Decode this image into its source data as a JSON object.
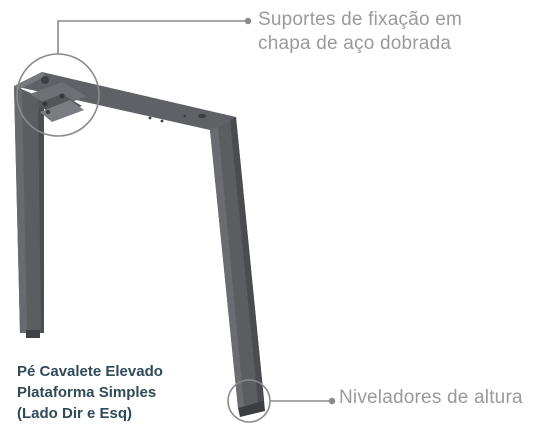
{
  "product": {
    "name_line1": "Pé Cavalete Elevado",
    "name_line2": "Plataforma Simples",
    "name_line3": "(Lado Dir e Esq)"
  },
  "callouts": {
    "top": {
      "line1": "Suportes de fixação em",
      "line2": "chapa de aço dobrada"
    },
    "bottom": {
      "text": "Niveladores de altura"
    }
  },
  "colors": {
    "steel": "#5b5d61",
    "steel_dark": "#45474b",
    "steel_light": "#72747a",
    "callout_line": "#8a8a8a",
    "callout_text": "#9a9a9a",
    "title": "#2f4a59"
  }
}
